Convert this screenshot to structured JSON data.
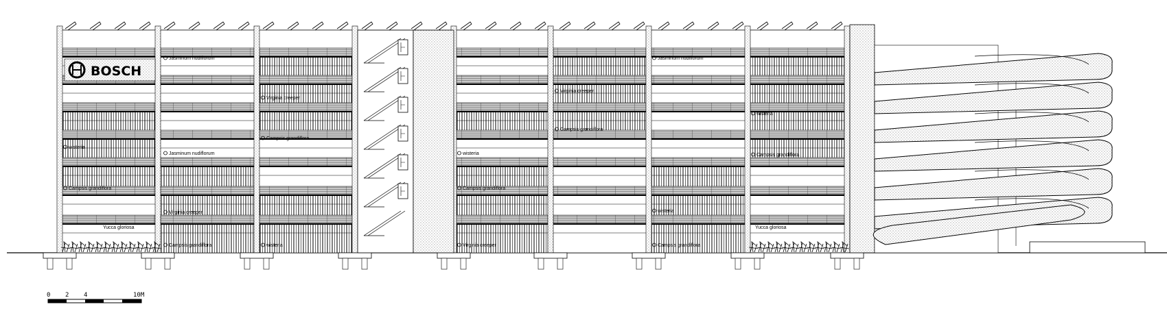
{
  "drawing": {
    "logo_text": "BOSCH",
    "colors": {
      "line": "#000000",
      "railing_fill": "#bdbdbd",
      "stipple": "#d9d9d9",
      "background": "#ffffff"
    },
    "labels": [
      "wisteria",
      "Campsis grandiflora",
      "Yucca gloriosa",
      "Jasminum nudiflorum",
      "Jasminum nudiflorum",
      "Virginia creeper",
      "Campsis grandiflora",
      "Virginia creeper",
      "Campsis grandiflora",
      "wisteria",
      "wisteria",
      "Campsis grandiflora",
      "Virginia creeper",
      "Virginia creeper",
      "Campsis grandiflora",
      "Jasminum nudiflorum",
      "wisteria",
      "Campsis grandiflora",
      "wisteria",
      "Campsis grandiflora",
      "Yucca gloriosa"
    ]
  },
  "scale_bar": {
    "ticks": [
      "0",
      "2",
      "4",
      "10M"
    ]
  }
}
